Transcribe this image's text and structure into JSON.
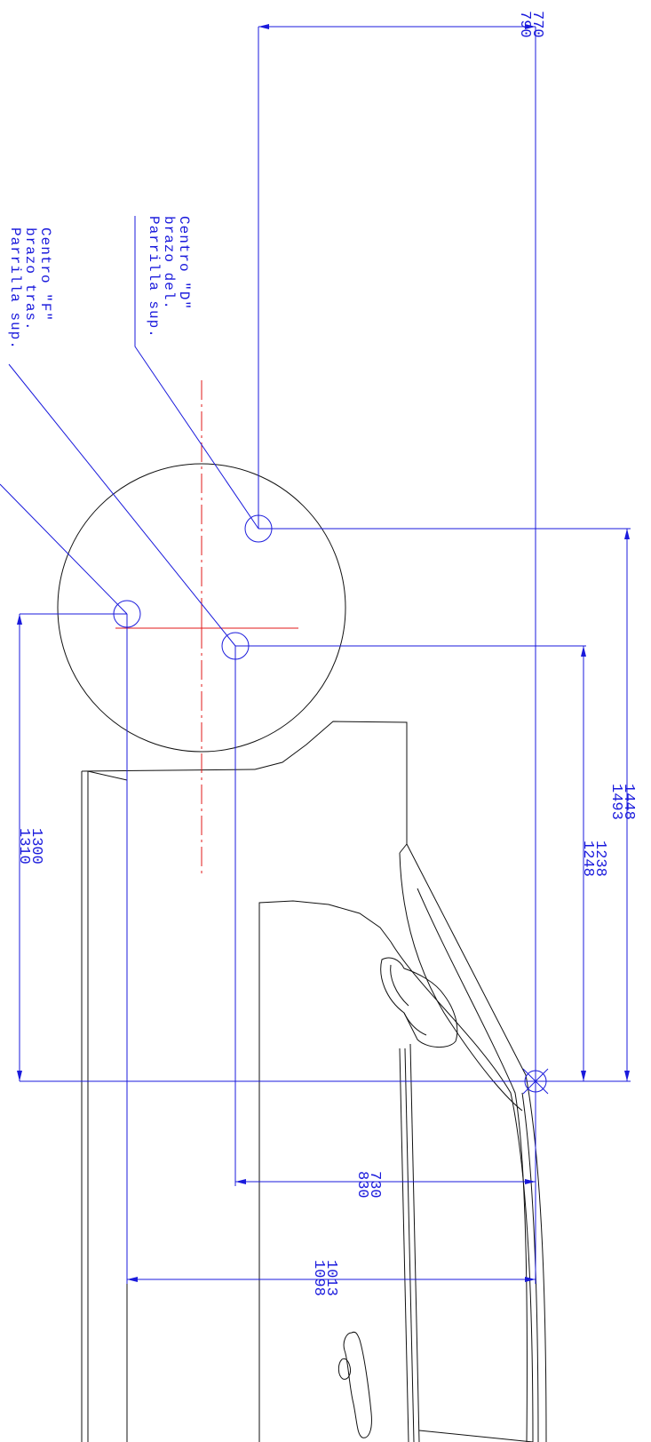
{
  "dimensions": {
    "top": [
      "770",
      "790"
    ],
    "d_height": [
      "1448",
      "1493"
    ],
    "e_height": [
      "1238",
      "1248"
    ],
    "f_height": [
      "1300",
      "1310"
    ],
    "e_horizontal": [
      "730",
      "830"
    ],
    "f_horizontal": [
      "1013",
      "1098"
    ]
  },
  "notes": {
    "centro_d": [
      "Centro \"D\"",
      "brazo del.",
      "Parrilla sup."
    ],
    "centro_f": [
      "Centro \"F\"",
      "brazo tras.",
      "Parrilla sup."
    ]
  },
  "colors": {
    "dimension": "#1a1adc",
    "outline": "#111111",
    "centerline": "#e01818"
  }
}
